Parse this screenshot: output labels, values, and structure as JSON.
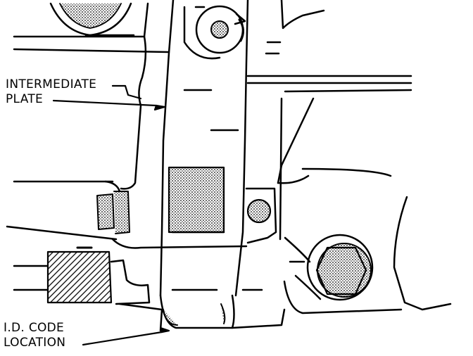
{
  "callouts": {
    "intermediate_plate": {
      "line1": "INTERMEDIATE",
      "line2": "PLATE"
    },
    "id_code": {
      "line1": "I.D. CODE",
      "line2": "LOCATION"
    }
  },
  "colors": {
    "ink": "#000000",
    "paper": "#ffffff",
    "stipple": "#9a9a9a"
  }
}
